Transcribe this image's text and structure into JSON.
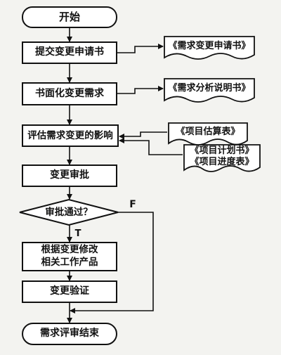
{
  "start_label": "开始",
  "steps": {
    "submit": "提交变更申请书",
    "document": "书面化变更需求",
    "assess": "评估需求变更的影响",
    "approve": "变更审批",
    "modify": "根据变更修改\n相关工作产品",
    "verify": "变更验证"
  },
  "decision_label": "审批通过？",
  "branch_true": "T",
  "branch_false": "F",
  "end_label": "需求评审结束",
  "docs": {
    "change_request": "《需求变更申请书》",
    "requirements_spec": "《需求分析说明书》",
    "estimate": "《项目估算表》",
    "plan_schedule": "《项目计划书》\n《项目进度表》"
  }
}
